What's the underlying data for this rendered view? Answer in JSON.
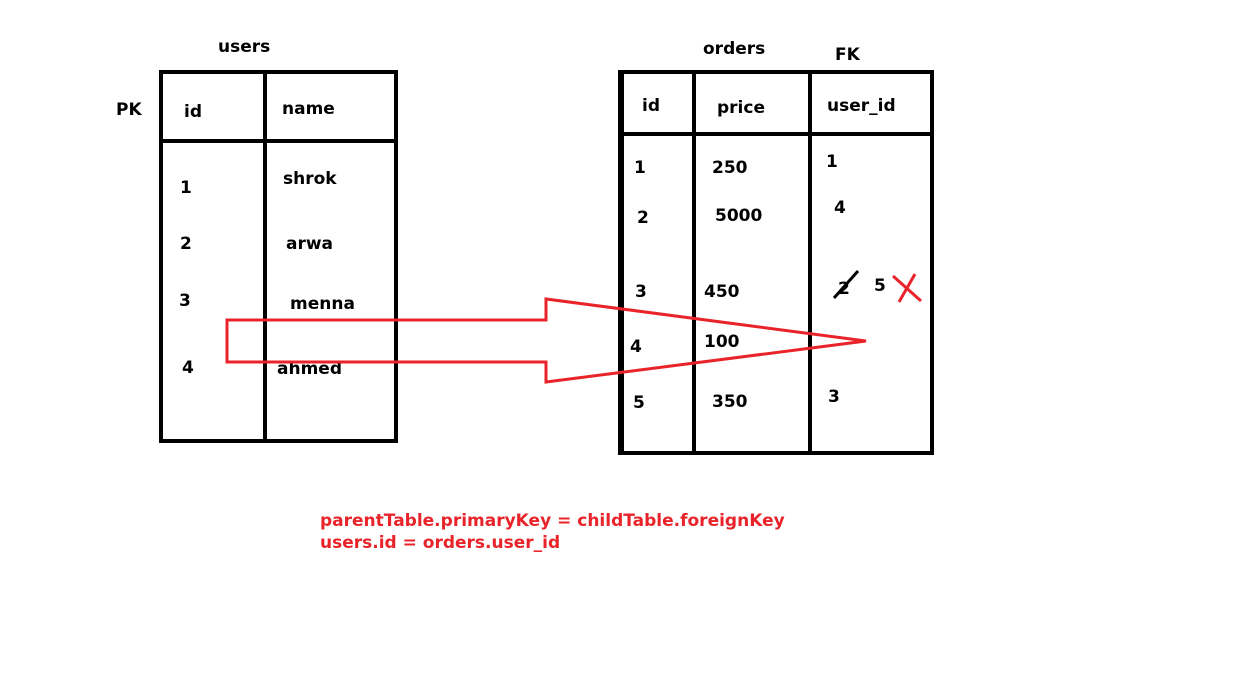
{
  "users": {
    "title": "users",
    "pk_label": "PK",
    "headers": [
      "id",
      "name"
    ],
    "rows": [
      {
        "id": "1",
        "name": "shrok"
      },
      {
        "id": "2",
        "name": "arwa"
      },
      {
        "id": "3",
        "name": "menna"
      },
      {
        "id": "4",
        "name": "ahmed"
      }
    ]
  },
  "orders": {
    "title": "orders",
    "fk_label": "FK",
    "headers": [
      "id",
      "price",
      "user_id"
    ],
    "rows": [
      {
        "id": "1",
        "price": "250",
        "user_id": "1"
      },
      {
        "id": "2",
        "price": "5000",
        "user_id": "4"
      },
      {
        "id": "3",
        "price": "450",
        "user_id": "5",
        "crossed_value": "2"
      },
      {
        "id": "4",
        "price": "100",
        "user_id": ""
      },
      {
        "id": "5",
        "price": "350",
        "user_id": "3"
      }
    ]
  },
  "formula": {
    "line1": "parentTable.primaryKey = childTable.foreignKey",
    "line2": "users.id = orders.user_id"
  },
  "colors": {
    "ink": "#000000",
    "annotation": "#e8232a"
  }
}
